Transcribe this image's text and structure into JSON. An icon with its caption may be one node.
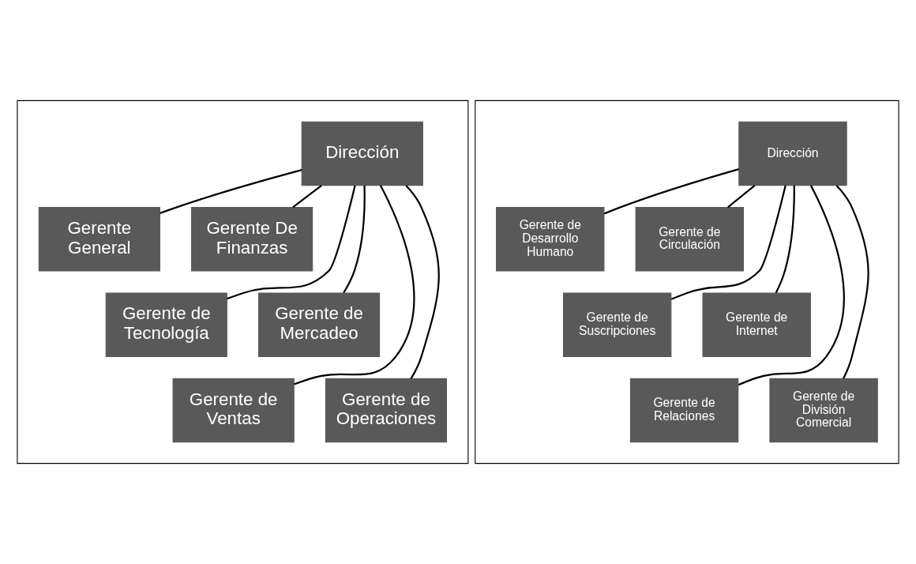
{
  "diagram": {
    "nodes": [
      {
        "text": [],
        "shape": "box"
      },
      {
        "text": [
          "Dirección"
        ],
        "in": 0
      },
      {
        "text": [
          "Gerente General"
        ],
        "in": 0
      },
      {
        "text": [
          "Gerente De Finanzas"
        ],
        "in": 0
      },
      {
        "text": [
          "Gerente de Tecnología"
        ],
        "in": 0
      },
      {
        "text": [
          "Gerente de Mercadeo"
        ],
        "in": 0
      },
      {
        "text": [
          "Gerente de Ventas"
        ],
        "in": 0
      },
      {
        "text": [
          "Gerente de Operaciones"
        ],
        "in": 0
      },
      {
        "text": [],
        "shape": "box"
      },
      {
        "text": [
          "Dirección"
        ],
        "in": 8
      },
      {
        "text": [
          "Gerente de Desarrollo Humano"
        ],
        "in": 8
      },
      {
        "text": [
          "Gerente de Circulación"
        ],
        "in": 8
      },
      {
        "text": [
          "Gerente de Suscripciones"
        ],
        "in": 8
      },
      {
        "text": [
          "Gerente de Internet"
        ],
        "in": 8
      },
      {
        "text": [
          "Gerente de Relaciones"
        ],
        "in": 8
      },
      {
        "text": [
          "Gerente de División Comercial"
        ],
        "in": 8
      }
    ],
    "edges": [
      {
        "from": 1,
        "to": 2,
        "arrow": "none"
      },
      {
        "from": 1,
        "to": 3,
        "arrow": "none"
      },
      {
        "from": 1,
        "to": 4,
        "arrow": "none"
      },
      {
        "from": 1,
        "to": 5,
        "arrow": "none"
      },
      {
        "from": 1,
        "to": 6,
        "arrow": "none"
      },
      {
        "from": 1,
        "to": 7,
        "arrow": "none"
      },
      {
        "from": 9,
        "to": 10,
        "arrow": "none"
      },
      {
        "from": 9,
        "to": 11,
        "arrow": "none"
      },
      {
        "from": 9,
        "to": 12,
        "arrow": "none"
      },
      {
        "from": 9,
        "to": 13,
        "arrow": "none"
      },
      {
        "from": 9,
        "to": 14,
        "arrow": "none"
      },
      {
        "from": 9,
        "to": 15,
        "arrow": "none"
      }
    ]
  }
}
